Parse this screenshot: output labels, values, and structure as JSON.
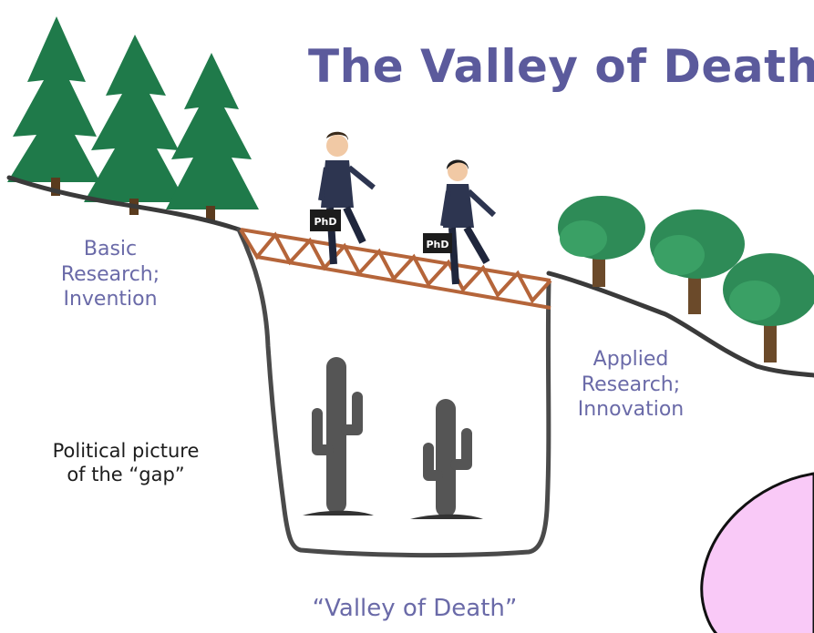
{
  "title": "The Valley of Death",
  "left_side": {
    "line1": "Basic",
    "line2": "Research;",
    "line3": "Invention"
  },
  "right_side": {
    "line1": "Applied",
    "line2": "Research;",
    "line3": "Innovation"
  },
  "political": {
    "line1": "Political picture",
    "line2": "of the “gap”"
  },
  "valley_caption": "“Valley of Death”",
  "briefcase_label": "PhD",
  "colors": {
    "title": "#5b5a9c",
    "labels": "#6a6aa8",
    "pine": "#1f7a4a",
    "tree": "#2e8b57",
    "bridge": "#b5653a",
    "cactus": "#555555",
    "bubble": "#f9c9f7"
  }
}
